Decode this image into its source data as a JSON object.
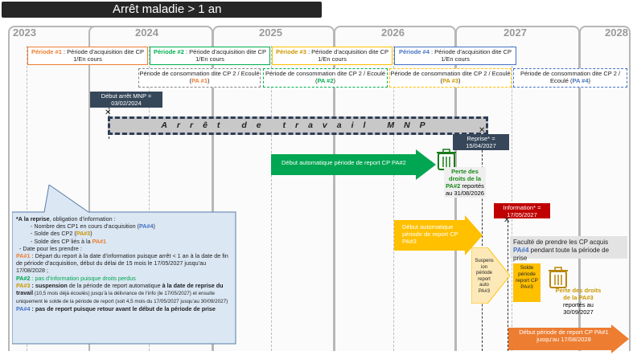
{
  "title": "Arrêt maladie > 1 an",
  "years": [
    "2023",
    "2024",
    "2025",
    "2026",
    "2027",
    "2028"
  ],
  "periods": [
    {
      "label": "Période #1",
      "text": " : Période d’acquisition dite CP 1/En cours",
      "color": "#ed7d31"
    },
    {
      "label": "Période #2",
      "text": " : Période d’acquisition dite CP 1/En cours",
      "color": "#00b050"
    },
    {
      "label": "Période #3",
      "text": " : Période d’acquisition dite CP 1/En cours",
      "color": "#ffc000"
    },
    {
      "label": "Période #4",
      "text": " : Période d’acquisition dite CP 1/En cours",
      "color": "#4472c4"
    }
  ],
  "consumption": [
    {
      "text": "Période de consommation dite CP 2 / Ecoulé (",
      "pa": "PA #1",
      "end": ")",
      "color": "#ed7d31"
    },
    {
      "text": "Période de consommation dite CP 2 / Ecoulé (",
      "pa": "PA #2",
      "end": ")",
      "color": "#00b050"
    },
    {
      "text": "Période de consommation dite CP 2 / Ecoulé (",
      "pa": "PA #3",
      "end": ")",
      "color": "#ffc000"
    },
    {
      "text": "Période de consommation dite CP 2 / Ecoulé (",
      "pa": "PA #4",
      "end": ")",
      "color": "#4472c4"
    }
  ],
  "debut_tag": "Début arrêt MNP = 03/02/2024",
  "work_stop": "Arrêt de travail MNP",
  "reprise_tag": "Reprise* = 15/04/2027",
  "information_tag": "Information* = 17/05/2027",
  "arrow_pa2": "Début automatique période de report CP PA#2",
  "arrow_pa3": "Début automatique période de report CP PA#3",
  "arrow_pa1": "Début période de report CP PA#1 jusqu’au 17/08/2028",
  "suspension": "Suspension période report auto PA#3",
  "solde": "Solde période report CP PA#3",
  "perte_pa2": {
    "bold": "Perte des droits de la PA#2",
    "rest": " reportés au 31/08/2026"
  },
  "perte_pa3": {
    "bold": "Perte des droits de la PA#3",
    "rest": " reportés au 30/09/2027"
  },
  "faculte": {
    "text": "Faculté de prendre les CP acquis ",
    "pa": "PA#4",
    "rest": " pendant toute la période de prise"
  },
  "info_box": {
    "intro_bold": "*A la reprise",
    "intro": ", obligation d’information :",
    "b1": "- Nombre des CP1 en cours d’acquisition (",
    "b1pa": "PA#4",
    "b2": "- Solde des CP2 (",
    "b2pa": "PA#3",
    "b3": "- Solde des CP liés à la ",
    "b3pa": "PA#1",
    "date_intro": "- Date pour les prendre :",
    "pa1_label": "PA#1",
    "pa1_text": " : Départ du report à la date d’information puisque arrêt < 1 an à la date de fin de période d’acquisition, début du délai de 15 mois le 17/05/2027 jusqu’au 17/08/2028 ;",
    "pa2_label": "PA#2",
    "pa2_text": " : pas d’information puisque droits perdus",
    "pa3_label": "PA#3",
    "pa3_text_bold": " : suspension",
    "pa3_text_mid": " de la période de report automatique ",
    "pa3_text_bold2": "à la date de reprise du travail",
    "pa3_text_rest": " (10,5 mois déjà écoulés) jusqu’à la délivrance de l’info (le 17/05/2027) et ensuite uniquement le solde de la période de report (soit 4,5 mois du 17/05/2027 jusqu’au 30/09/2027)",
    "pa4_label": "PA#4",
    "pa4_text": " : pas de report puisque retour avant le début de la période de prise"
  }
}
